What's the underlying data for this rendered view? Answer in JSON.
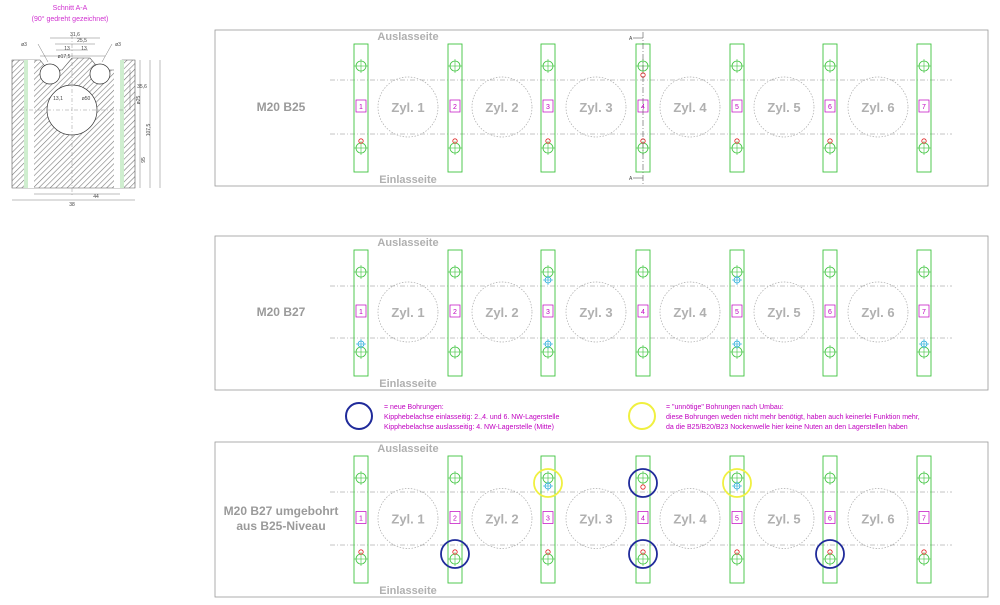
{
  "colors": {
    "green": "#3ec43e",
    "magenta": "#c000c0",
    "red": "#e02020",
    "cyan": "#20a8d8",
    "blue": "#1f2a9a",
    "yellow": "#f0f040",
    "frame": "#9a9a9a"
  },
  "section_view": {
    "title": "Schnitt A-A",
    "subtitle": "(90° gedreht gezeichnet)",
    "dims": [
      "ø3",
      "ø3",
      "31,6",
      "25,5",
      "13",
      "13",
      "ø17,5",
      "35,6",
      "13,1",
      "ø50",
      "ø25",
      "107,5",
      "95",
      "38",
      "44"
    ]
  },
  "section_marker": "A",
  "panels": [
    {
      "id": "b25",
      "label_lines": [
        "M20 B25"
      ],
      "top_side": "Auslasseite",
      "bottom_side": "Einlasseite",
      "cylinders": [
        "Zyl. 1",
        "Zyl. 2",
        "Zyl. 3",
        "Zyl. 4",
        "Zyl. 5",
        "Zyl. 6"
      ],
      "bearing_numbers": [
        "1",
        "2",
        "3",
        "4",
        "5",
        "6",
        "7"
      ],
      "section_line": true
    },
    {
      "id": "b27",
      "label_lines": [
        "M20 B27"
      ],
      "top_side": "Auslasseite",
      "bottom_side": "Einlasseite",
      "cylinders": [
        "Zyl. 1",
        "Zyl. 2",
        "Zyl. 3",
        "Zyl. 4",
        "Zyl. 5",
        "Zyl. 6"
      ],
      "bearing_numbers": [
        "1",
        "2",
        "3",
        "4",
        "5",
        "6",
        "7"
      ],
      "section_line": false
    },
    {
      "id": "b27u",
      "label_lines": [
        "M20 B27 umgebohrt",
        "aus B25-Niveau"
      ],
      "top_side": "Auslasseite",
      "bottom_side": "Einlasseite",
      "cylinders": [
        "Zyl. 1",
        "Zyl. 2",
        "Zyl. 3",
        "Zyl. 4",
        "Zyl. 5",
        "Zyl. 6"
      ],
      "bearing_numbers": [
        "1",
        "2",
        "3",
        "4",
        "5",
        "6",
        "7"
      ],
      "section_line": false
    }
  ],
  "legend": {
    "blue": [
      "= neue Bohrungen:",
      "Kipphebelachse einlasseitig: 2.,4. und 6. NW-Lagerstelle",
      "Kipphebelachse auslasseitig: 4. NW-Lagerstelle (Mitte)"
    ],
    "yellow": [
      "= \"unnötige\" Bohrungen nach Umbau:",
      "diese Bohrungen weden nicht mehr benötigt, haben auch keinerlei Funktion mehr,",
      "da die B25/B20/B23 Nockenwelle hier keine Nuten an den Lagerstellen haben"
    ]
  }
}
